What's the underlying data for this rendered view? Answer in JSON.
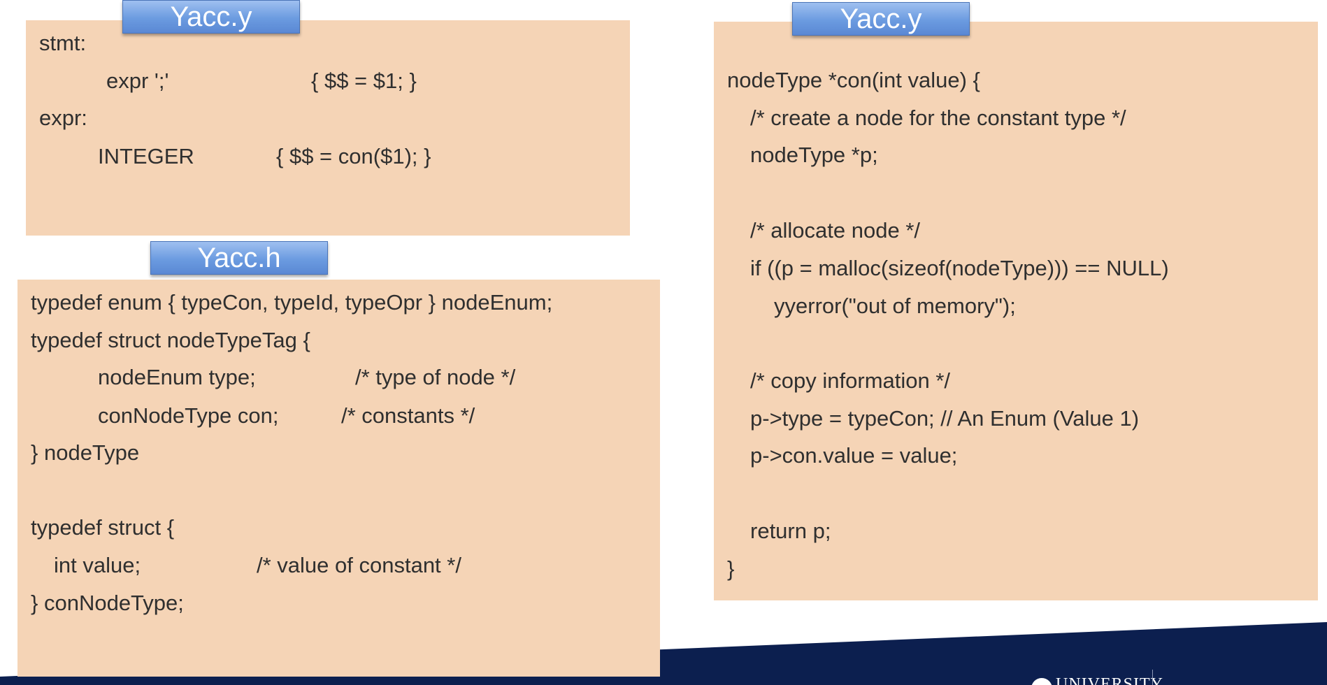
{
  "colors": {
    "box_fill": "#f5d4b6",
    "tab_fill": "#6b9be0",
    "footer_navy": "#0c1f4f",
    "text": "#2f2f2f"
  },
  "boxes": {
    "yacc_y_left": {
      "tab_label": "Yacc.y",
      "lines": [
        "stmt:",
        "expr ';'",
        "{ $$ = $1; }",
        "expr:",
        "INTEGER",
        "{ $$ = con($1); }"
      ]
    },
    "yacc_h": {
      "tab_label": "Yacc.h",
      "lines": [
        "typedef enum { typeCon, typeId, typeOpr } nodeEnum;",
        "typedef struct nodeTypeTag {",
        "nodeEnum type;",
        "/* type of node */",
        "conNodeType con;",
        "/* constants */",
        "} nodeType",
        "typedef struct {",
        "int value;",
        "/* value of constant */",
        "} conNodeType;"
      ]
    },
    "yacc_y_right": {
      "tab_label": "Yacc.y",
      "lines": [
        "nodeType *con(int value) {",
        "/* create a node for the constant type */",
        "nodeType *p;",
        "/* allocate node */",
        "if ((p = malloc(sizeof(nodeType))) == NULL)",
        "yyerror(\"out of memory\");",
        "/* copy information */",
        "p->type = typeCon; // An Enum (Value 1)",
        "p->con.value = value;",
        "return p;",
        "}"
      ]
    }
  },
  "logo": {
    "text": "UNIVERSITY",
    "icon": "university-seal-icon"
  }
}
